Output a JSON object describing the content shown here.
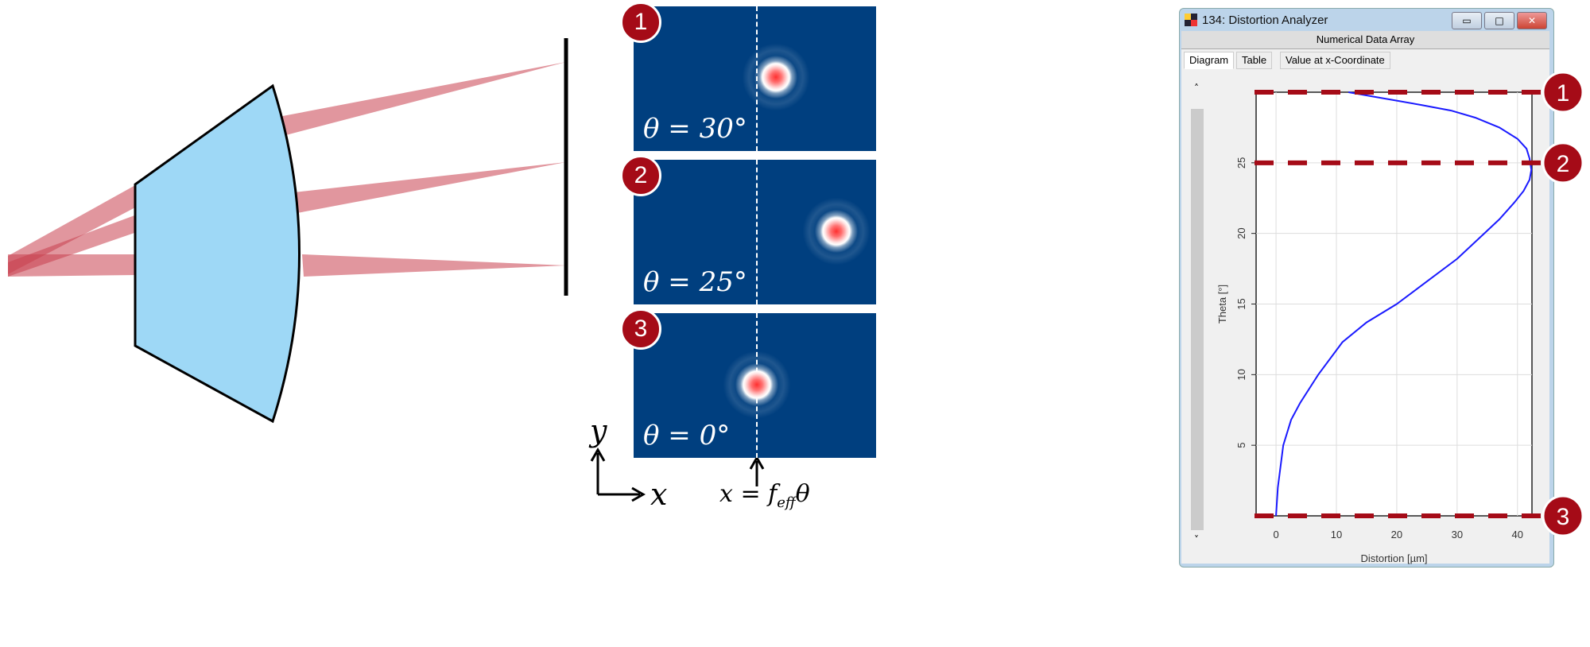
{
  "panels": [
    {
      "badge": "1",
      "theta_label": "θ = 30°"
    },
    {
      "badge": "2",
      "theta_label": "θ = 25°"
    },
    {
      "badge": "3",
      "theta_label": "θ = 0°"
    }
  ],
  "axes_labels": {
    "y": "y",
    "x": "x",
    "formula": "x = f",
    "formula_sub": "eff",
    "formula_end": "θ"
  },
  "window": {
    "title": "134: Distortion Analyzer",
    "subtitle": "Numerical Data Array",
    "tabs": [
      "Diagram",
      "Table",
      "Value at x-Coordinate"
    ],
    "minimize": "▭",
    "maximize": "□",
    "close": "✕"
  },
  "colors": {
    "panel": "#003f7f",
    "badge": "#a50b17",
    "curve": "#1a1aff",
    "lens": "#9ed8f6",
    "ray": "#d26a74"
  },
  "chart_data": {
    "type": "line",
    "xlabel": "Distortion [µm]",
    "ylabel": "Theta [°]",
    "xlim": [
      -3.3,
      42.4
    ],
    "ylim": [
      0,
      30
    ],
    "xticks": [
      0,
      10,
      20,
      30,
      40
    ],
    "yticks": [
      5,
      10,
      15,
      20,
      25
    ],
    "series": [
      {
        "name": "distortion",
        "x": [
          0,
          0.3,
          1.2,
          2.5,
          4,
          7,
          11,
          15,
          20,
          25,
          30,
          34,
          37,
          39.5,
          41,
          42,
          42.3,
          42,
          41.5,
          40,
          37,
          33,
          29,
          24,
          20,
          16,
          12
        ],
        "y": [
          0,
          2,
          5,
          6.8,
          8,
          10,
          12.3,
          13.7,
          15,
          16.6,
          18.2,
          19.8,
          21,
          22.2,
          23,
          23.8,
          24.5,
          25.3,
          26,
          26.7,
          27.5,
          28.2,
          28.7,
          29.1,
          29.4,
          29.7,
          30
        ]
      }
    ],
    "markers": [
      {
        "badge": "1",
        "theta": 30
      },
      {
        "badge": "2",
        "theta": 25
      },
      {
        "badge": "3",
        "theta": 0
      }
    ]
  }
}
